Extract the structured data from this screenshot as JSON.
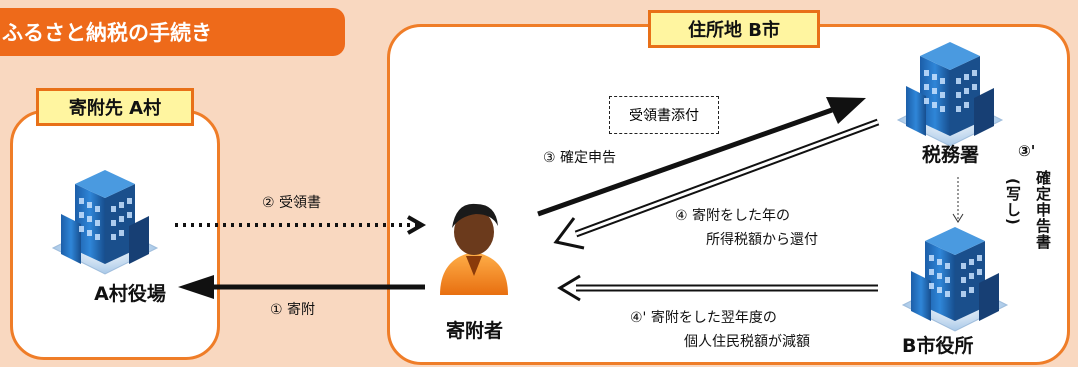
{
  "title": "ふるさと納税の手続き",
  "panels": {
    "donation_target": {
      "label": "寄附先 A村"
    },
    "residence": {
      "label": "住所地 B市"
    }
  },
  "nodes": {
    "village_office": "A村役場",
    "donor": "寄附者",
    "tax_office": "税務署",
    "city_office": "B市役所"
  },
  "flows": {
    "donation": "① 寄附",
    "receipt": "② 受領書",
    "tax_return": "③ 確定申告",
    "receipt_attached": "受領書添付",
    "refund_line1": "④ 寄附をした年の",
    "refund_line2": "所得税額から還付",
    "copy_mark": "③'",
    "copy_text": "確定申告書",
    "copy_note": "(写し)",
    "reduction_line1": "④' 寄附をした翌年度の",
    "reduction_line2": "個人住民税額が減額"
  },
  "colors": {
    "background": "#f9d8c0",
    "accent": "#ee6a1a",
    "panel_border": "#ef7d28",
    "label_fill": "#fff5a0"
  },
  "icons": {
    "building": "office-building-icon",
    "person": "person-icon"
  }
}
